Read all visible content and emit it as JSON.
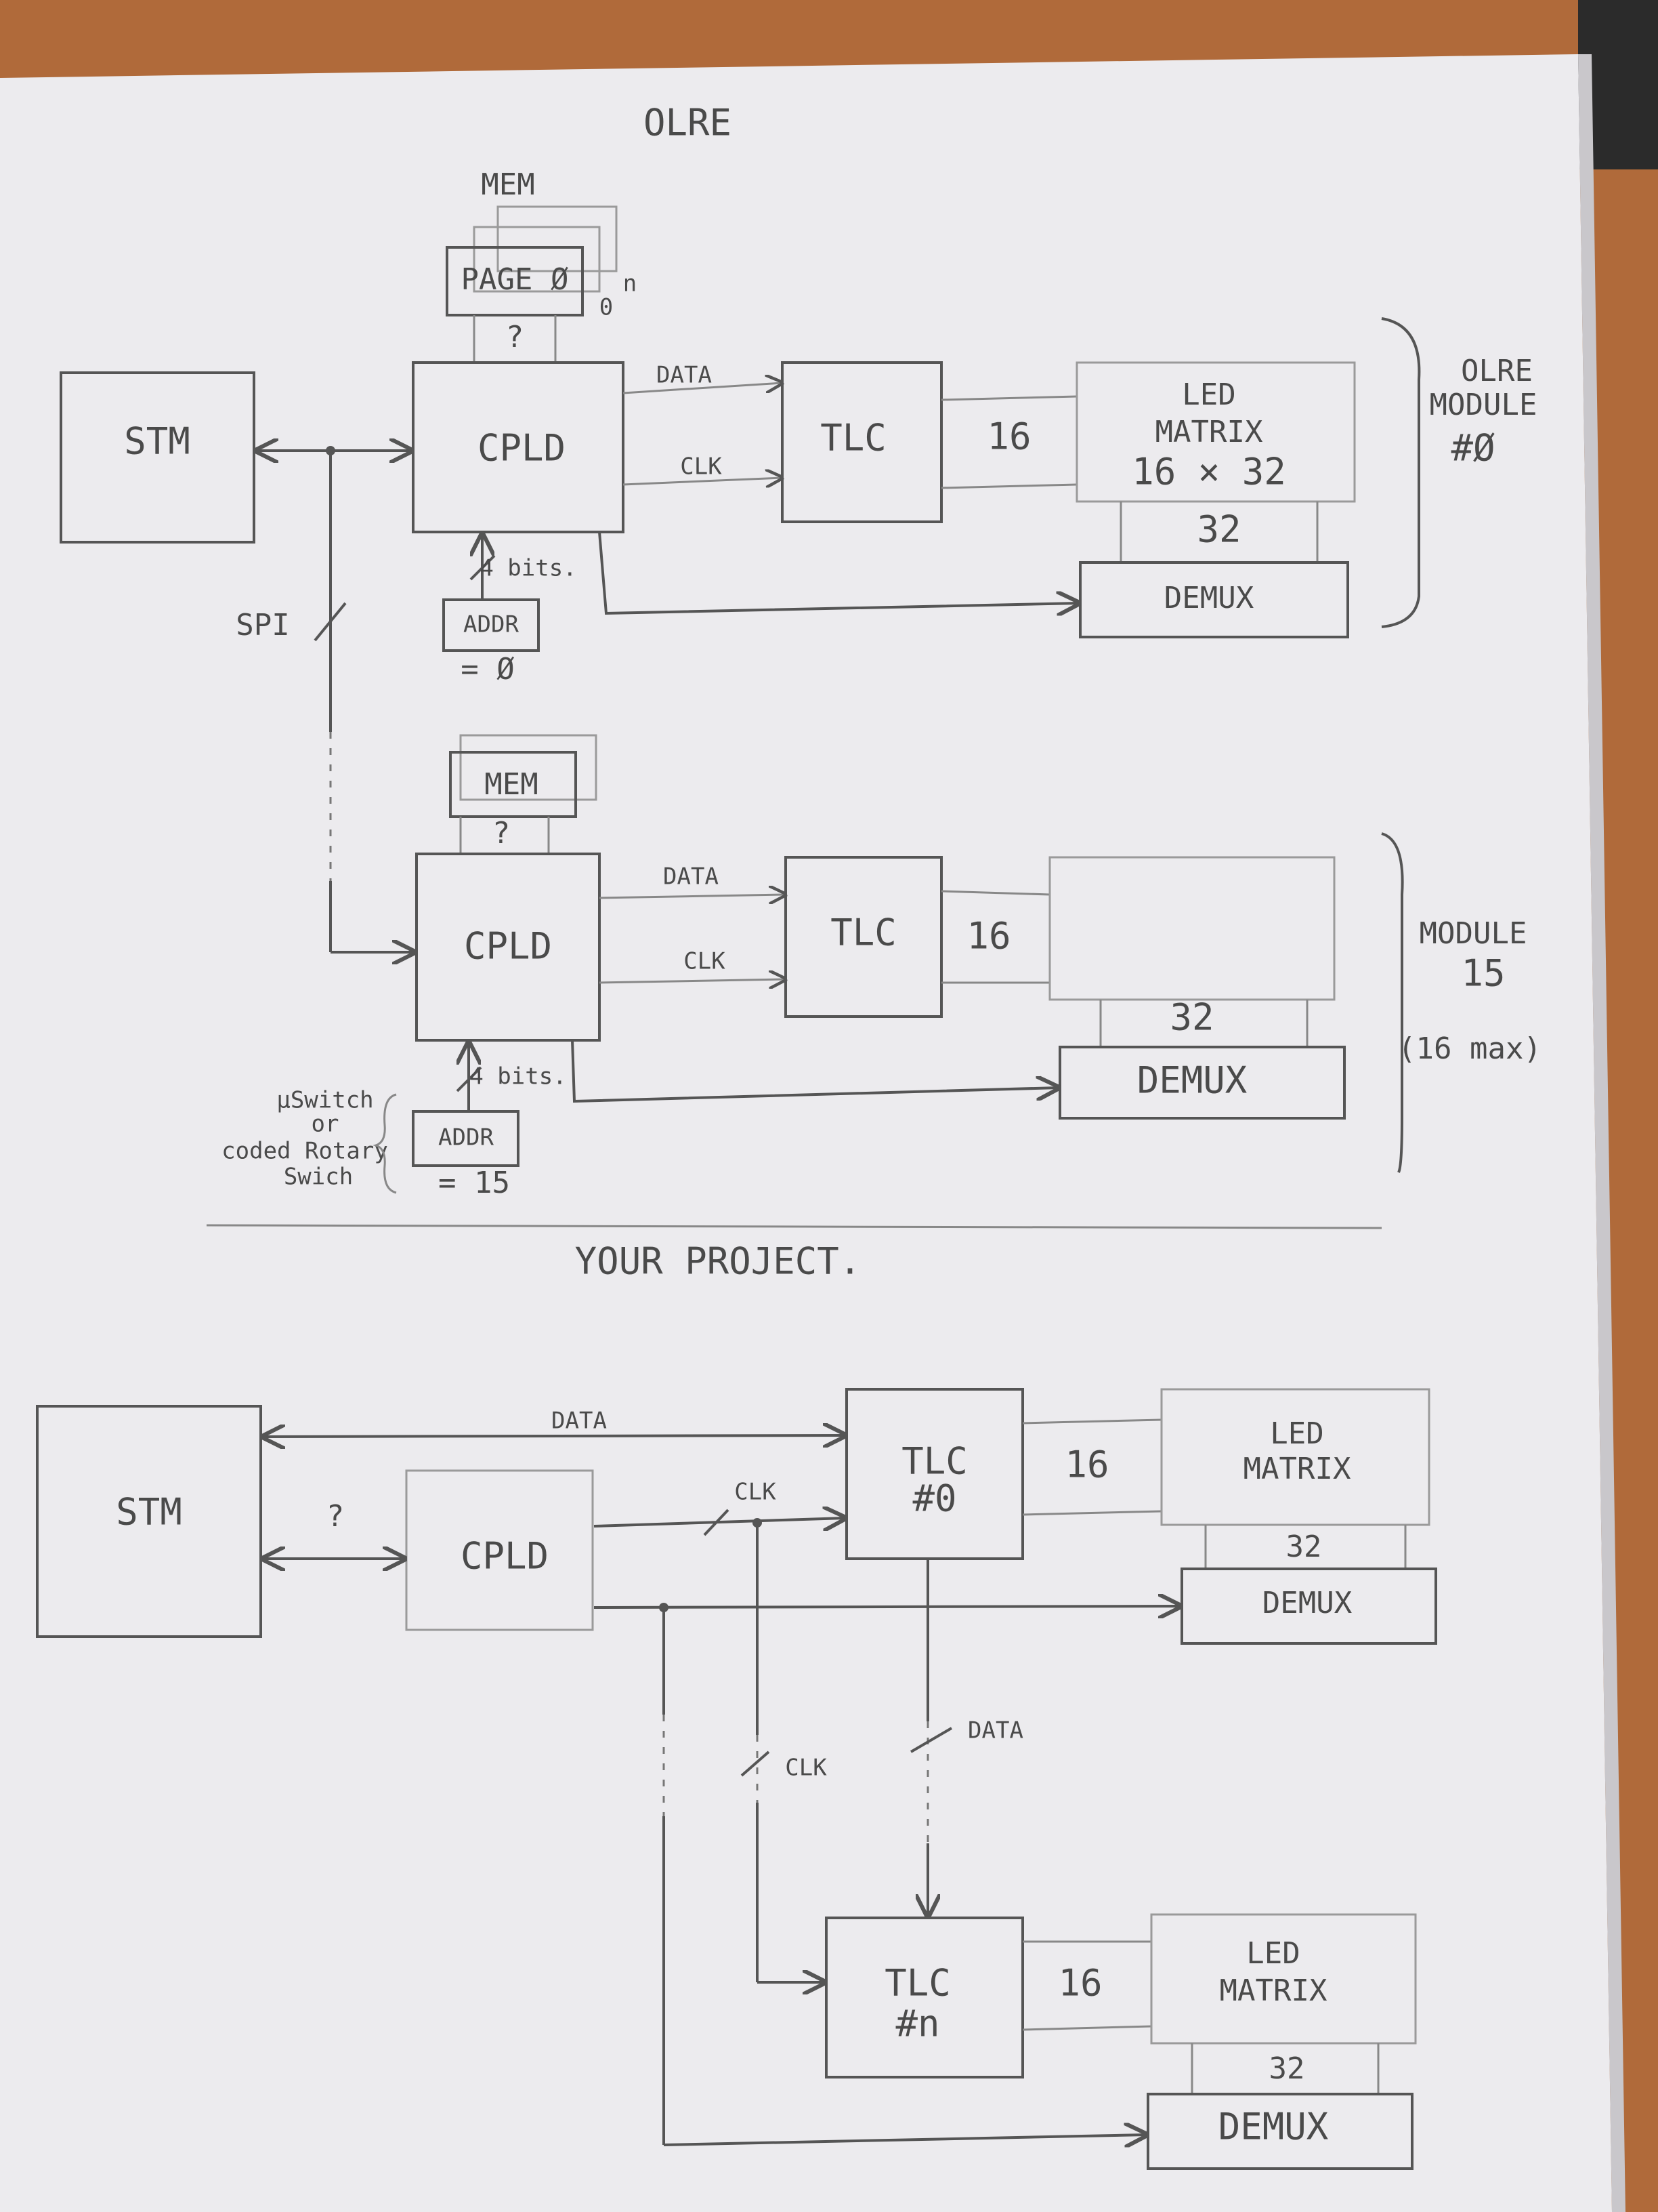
{
  "sections": {
    "olre_title": "OLRE",
    "your_project_title": "YOUR PROJECT."
  },
  "olre": {
    "mem_label": "MEM",
    "page_label": "PAGE Ø",
    "page_index_n": "n",
    "page_index_0": "0",
    "mem_link_label": "?",
    "stm_label": "STM",
    "spi_label": "SPI",
    "module0": {
      "cpld_label": "CPLD",
      "data_label": "DATA",
      "clk_label": "CLK",
      "tlc_label": "TLC",
      "bus16_label": "16",
      "led_matrix_line1": "LED",
      "led_matrix_line2": "MATRIX",
      "led_matrix_line3": "16 × 32",
      "bus32_label": "32",
      "demux_label": "DEMUX",
      "addr_bits_label": "4 bits.",
      "addr_label": "ADDR",
      "addr_value": "= Ø",
      "brace_line1": "OLRE",
      "brace_line2": "MODULE",
      "brace_line3": "#Ø"
    },
    "module15": {
      "mem_label": "MEM",
      "mem_link_label": "?",
      "cpld_label": "CPLD",
      "data_label": "DATA",
      "clk_label": "CLK",
      "tlc_label": "TLC",
      "bus16_label": "16",
      "bus32_label": "32",
      "demux_label": "DEMUX",
      "addr_bits_label": "4 bits.",
      "addr_label": "ADDR",
      "addr_value": "= 15",
      "switch_note_line1": "µSwitch",
      "switch_note_line2": "or",
      "switch_note_line3": "coded Rotary",
      "switch_note_line4": "Swich",
      "brace_line1": "MODULE",
      "brace_line2": "15",
      "brace_line3": "(16 max)"
    }
  },
  "project": {
    "stm_label": "STM",
    "stm_cpld_link_label": "?",
    "cpld_label": "CPLD",
    "data_label": "DATA",
    "clk_label": "CLK",
    "tlc0_line1": "TLC",
    "tlc0_line2": "#0",
    "bus16_top_label": "16",
    "led_top_line1": "LED",
    "led_top_line2": "MATRIX",
    "bus32_top_label": "32",
    "demux_top_label": "DEMUX",
    "clk_down_label": "CLK",
    "data_down_label": "DATA",
    "tlcn_line1": "TLC",
    "tlcn_line2": "#n",
    "bus16_bottom_label": "16",
    "led_bottom_line1": "LED",
    "led_bottom_line2": "MATRIX",
    "bus32_bottom_label": "32",
    "demux_bottom_label": "DEMUX"
  }
}
